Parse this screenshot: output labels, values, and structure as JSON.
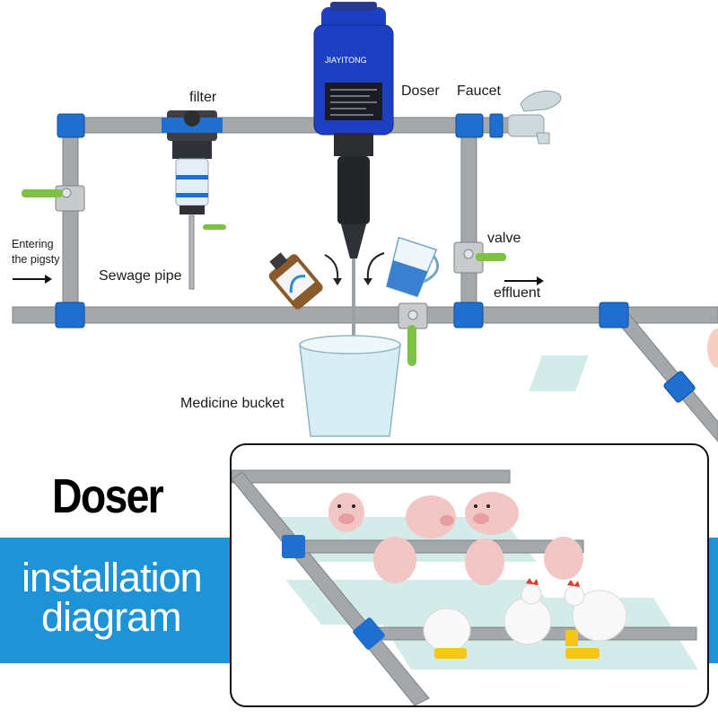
{
  "labels": {
    "filter": "filter",
    "doser": "Doser",
    "faucet": "Faucet",
    "entering": "Entering the pigsty",
    "sewage_pipe": "Sewage pipe",
    "valve": "valve",
    "effluent": "effluent",
    "medicine_bucket": "Medicine bucket",
    "device_brand": "JIAYITONG"
  },
  "title": {
    "main": "Doser",
    "line1": "installation",
    "line2": "diagram"
  },
  "colors": {
    "pipe": "#a5a8ab",
    "connector": "#1e6fd0",
    "valve_handle": "#7dc242",
    "banner": "#1e93d8",
    "doser_body": "#1c3fc4",
    "water": "#c9e7ee",
    "floor": "#d3ece9",
    "feeder": "#f5c518"
  }
}
